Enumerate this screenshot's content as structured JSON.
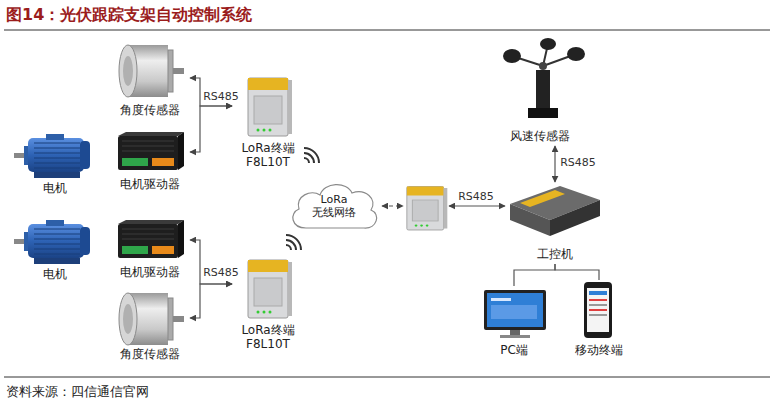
{
  "diagram": {
    "title": "图14：光伏跟踪支架自动控制系统",
    "caption": "资料来源：四信通信官网",
    "nodes": [
      {
        "text": [
          "角度传感器"
        ]
      },
      {
        "text": [
          "电机驱动器"
        ]
      },
      {
        "text": [
          "电机"
        ]
      },
      {
        "text": [
          "LoRa终端 F8L10T"
        ]
      },
      {
        "text": [
          "电机"
        ]
      },
      {
        "text": [
          "电机驱动器"
        ]
      },
      {
        "text": [
          "角度传感器"
        ]
      },
      {
        "text": [
          "LoRa终端 F8L10T"
        ]
      },
      {
        "text": [
          "LoRa 无线网络"
        ]
      },
      {
        "text": [
          "风速传感器"
        ]
      },
      {
        "text": [
          "工控机"
        ]
      },
      {
        "text": [
          "PC端"
        ]
      },
      {
        "text": [
          "移动终端"
        ]
      }
    ],
    "edges": [
      {
        "from": 0,
        "to": 3,
        "arrow": "both",
        "label": "RS485"
      },
      {
        "from": 1,
        "to": 3,
        "arrow": "both"
      },
      {
        "from": 5,
        "to": 7,
        "arrow": "both",
        "label": "RS485"
      },
      {
        "from": 6,
        "to": 7,
        "arrow": "both"
      },
      {
        "from": 8,
        "to": 10,
        "arrow": "both",
        "label": "RS485"
      },
      {
        "from": 9,
        "to": 10,
        "arrow": "both",
        "label": "RS485"
      },
      {
        "from": 10,
        "to": 11,
        "arrow": "none"
      },
      {
        "from": 10,
        "to": 12,
        "arrow": "none"
      }
    ]
  }
}
